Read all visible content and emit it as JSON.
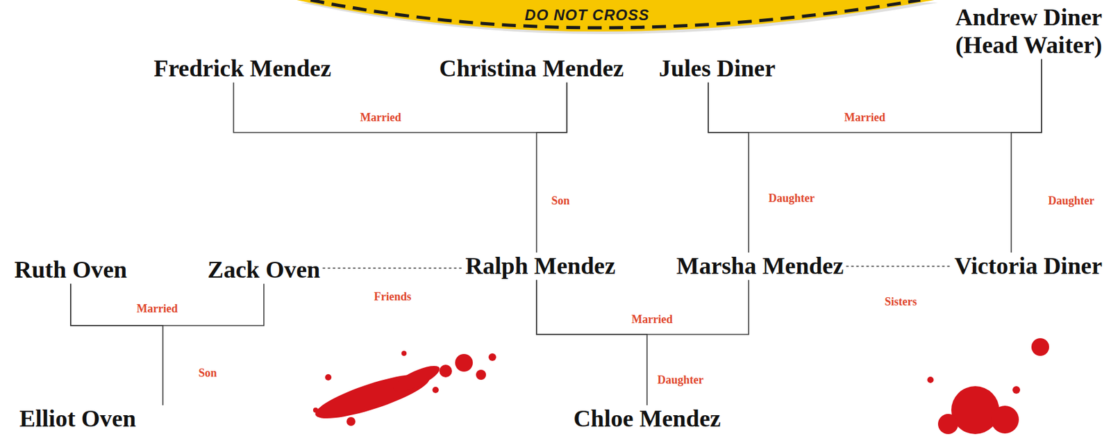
{
  "diagram": {
    "nodes": [
      {
        "text": [
          "Fredrick Mendez"
        ]
      },
      {
        "text": [
          "Christina Mendez"
        ]
      },
      {
        "text": [
          "Jules Diner"
        ]
      },
      {
        "text": [
          "Andrew Diner",
          "(Head Waiter)"
        ]
      },
      {
        "text": [
          "Ruth Oven"
        ]
      },
      {
        "text": [
          "Zack Oven"
        ]
      },
      {
        "text": [
          "Ralph Mendez"
        ]
      },
      {
        "text": [
          "Marsha Mendez"
        ]
      },
      {
        "text": [
          "Victoria Diner"
        ]
      },
      {
        "text": [
          "Elliot Oven"
        ]
      },
      {
        "text": [
          "Chloe Mendez"
        ]
      }
    ],
    "edges": [
      {
        "from": 0,
        "to": 1,
        "label": "Married",
        "arrow": "none"
      },
      {
        "from": 1,
        "to": 6,
        "label": "Son",
        "arrow": "none"
      },
      {
        "from": 2,
        "to": 3,
        "label": "Married",
        "arrow": "none"
      },
      {
        "from": 2,
        "to": 7,
        "label": "Daughter",
        "arrow": "none"
      },
      {
        "from": 3,
        "to": 8,
        "label": "Daughter",
        "arrow": "none"
      },
      {
        "from": 5,
        "to": 6,
        "label": "Friends",
        "arrow": "none"
      },
      {
        "from": 7,
        "to": 8,
        "label": "Sisters",
        "arrow": "none"
      },
      {
        "from": 4,
        "to": 5,
        "label": "Married",
        "arrow": "none"
      },
      {
        "from": 4,
        "to": 9,
        "label": "Son",
        "arrow": "none"
      },
      {
        "from": 6,
        "to": 7,
        "label": "Married",
        "arrow": "none"
      },
      {
        "from": 6,
        "to": 10,
        "label": "Daughter",
        "arrow": "none"
      }
    ],
    "labels": [
      "DO NOT CROSS"
    ]
  }
}
